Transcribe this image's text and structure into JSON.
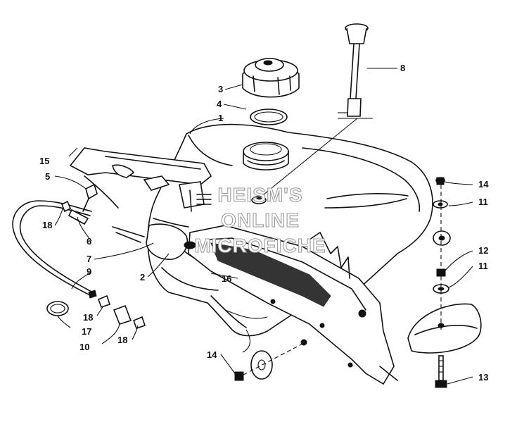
{
  "diagram": {
    "watermark": [
      "HEISM'S",
      "ONLINE",
      "MICROFICHE"
    ],
    "callouts": [
      {
        "id": "1",
        "text": "1"
      },
      {
        "id": "2",
        "text": "2"
      },
      {
        "id": "3",
        "text": "3"
      },
      {
        "id": "4",
        "text": "4"
      },
      {
        "id": "5",
        "text": "5"
      },
      {
        "id": "6",
        "text": "6"
      },
      {
        "id": "7",
        "text": "7"
      },
      {
        "id": "8a",
        "text": "8"
      },
      {
        "id": "8b",
        "text": "8"
      },
      {
        "id": "9",
        "text": "9"
      },
      {
        "id": "10",
        "text": "10"
      },
      {
        "id": "11a",
        "text": "11"
      },
      {
        "id": "11b",
        "text": "11"
      },
      {
        "id": "12",
        "text": "12"
      },
      {
        "id": "13",
        "text": "13"
      },
      {
        "id": "14a",
        "text": "14"
      },
      {
        "id": "14b",
        "text": "14"
      },
      {
        "id": "15",
        "text": "15"
      },
      {
        "id": "16",
        "text": "16"
      },
      {
        "id": "17",
        "text": "17"
      },
      {
        "id": "18a",
        "text": "18"
      },
      {
        "id": "18b",
        "text": "18"
      },
      {
        "id": "18c",
        "text": "18"
      }
    ]
  }
}
